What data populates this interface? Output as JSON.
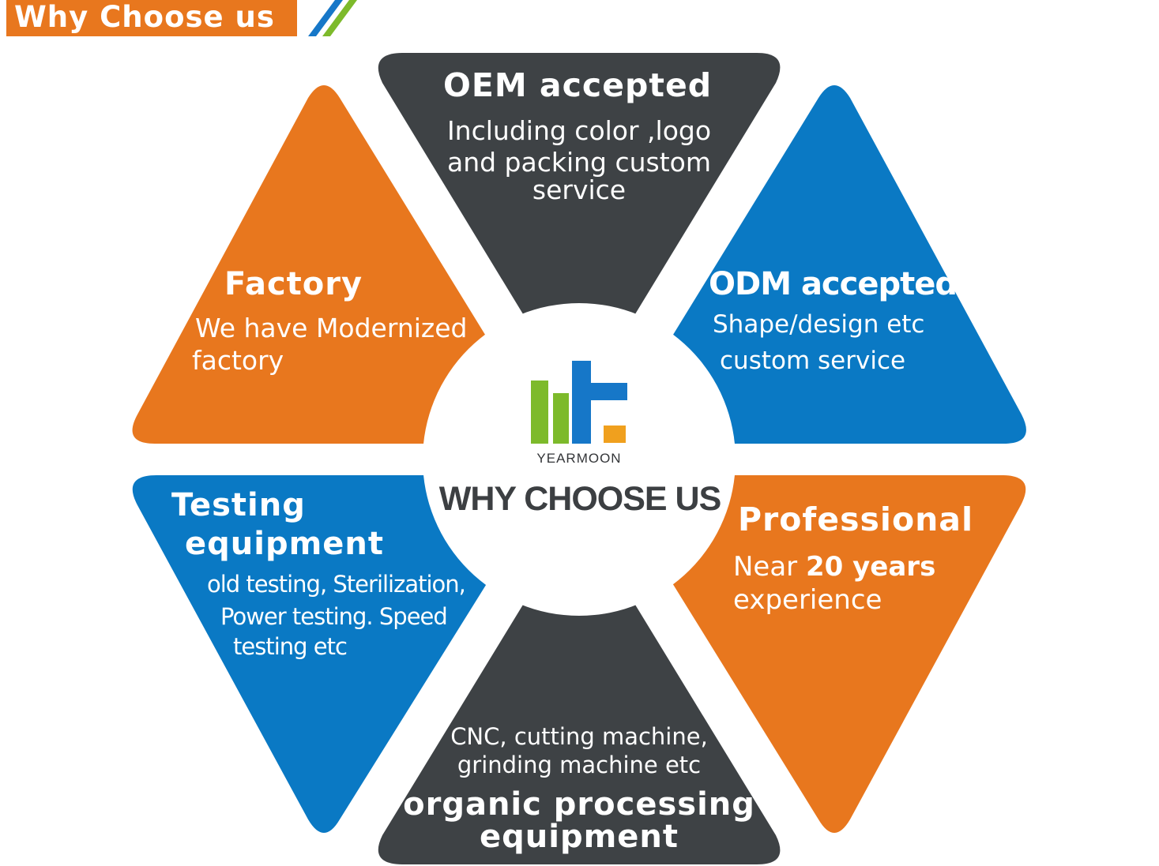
{
  "header": {
    "title": "Why Choose us"
  },
  "colors": {
    "orange": "#E8771E",
    "blue": "#0A79C4",
    "dark": "#3E4245",
    "green": "#7DBA2B",
    "logo_blue": "#1677C8",
    "logo_orange": "#F0A01E"
  },
  "center": {
    "brand": "YEARMOON",
    "title": "WHY CHOOSE US"
  },
  "segments": {
    "oem": {
      "title": "OEM accepted",
      "line1": "Including color ,logo",
      "line2": "and packing custom",
      "line3": "service"
    },
    "odm": {
      "title": "ODM accepted",
      "line1": "Shape/design etc",
      "line2": "custom service"
    },
    "professional": {
      "title": "Professional",
      "line1_prefix": "Near ",
      "line1_bold": "20 years",
      "line2": "experience"
    },
    "processing": {
      "line1": "CNC, cutting machine,",
      "line2": "grinding machine etc",
      "title_line1": "organic processing",
      "title_line2": "equipment"
    },
    "testing": {
      "title_line1": "Testing",
      "title_line2": "equipment",
      "line1": "old testing, Sterilization,",
      "line2": "Power testing. Speed",
      "line3": "testing etc"
    },
    "factory": {
      "title": "Factory",
      "line1": "We have Modernized",
      "line2": "factory"
    }
  }
}
